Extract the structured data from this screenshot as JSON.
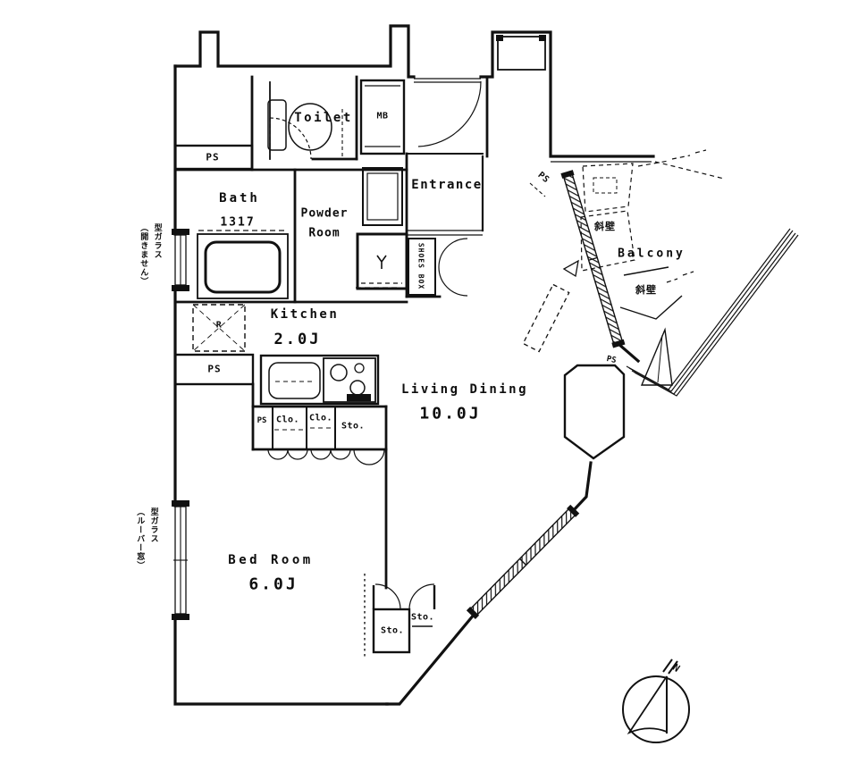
{
  "rooms": {
    "toilet": {
      "label": "Toilet"
    },
    "bath": {
      "label": "Bath",
      "dim": "1317"
    },
    "powder_room": {
      "label_line1": "Powder",
      "label_line2": "Room"
    },
    "entrance": {
      "label": "Entrance"
    },
    "kitchen": {
      "label": "Kitchen",
      "area": "2.0J"
    },
    "living_dining": {
      "label": "Living Dining",
      "area": "10.0J"
    },
    "bed_room": {
      "label": "Bed Room",
      "area": "6.0J"
    },
    "balcony": {
      "label": "Balcony"
    }
  },
  "small_labels": {
    "ps": "PS",
    "mb": "MB",
    "fridge": "R",
    "closet": "Clo.",
    "storage": "Sto.",
    "shoes_box": "SHOES BOX",
    "slanted_wall": "斜壁"
  },
  "annotations": {
    "bath_window": {
      "line1": "型ガラス",
      "line2": "（開きません）"
    },
    "bedroom_window": {
      "line1": "型ガラス",
      "line2": "（ルーバー窓）"
    },
    "compass_north": "N"
  },
  "colors": {
    "ink": "#111111",
    "background": "#ffffff"
  }
}
